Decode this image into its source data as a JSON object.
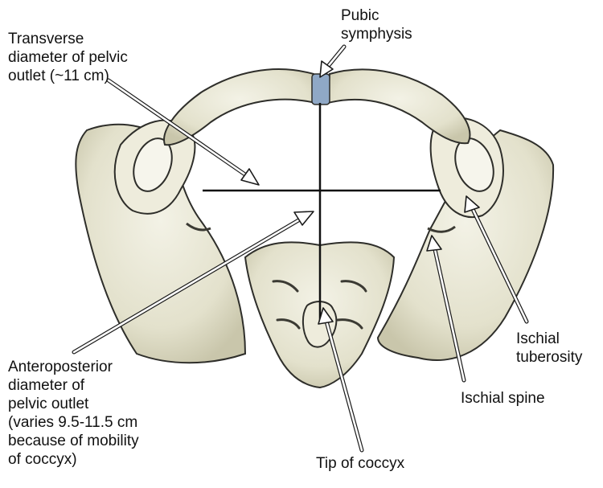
{
  "labels": {
    "transverse": "Transverse\ndiameter of pelvic\noutlet (~11 cm)",
    "pubic_symphysis": "Pubic\nsymphysis",
    "anteroposterior": "Anteroposterior\ndiameter of\npelvic outlet\n(varies 9.5-11.5 cm\nbecause of mobility\nof coccyx)",
    "ischial_tuberosity": "Ischial\ntuberosity",
    "ischial_spine": "Ischial spine",
    "tip_of_coccyx": "Tip of coccyx"
  },
  "colors": {
    "bone": "#e9e7d6",
    "bone_shadow": "#b7b49b",
    "bone_outline": "#2e2e2a",
    "cartilage": "#8fa8c6",
    "diameter_lines": "#111111"
  }
}
